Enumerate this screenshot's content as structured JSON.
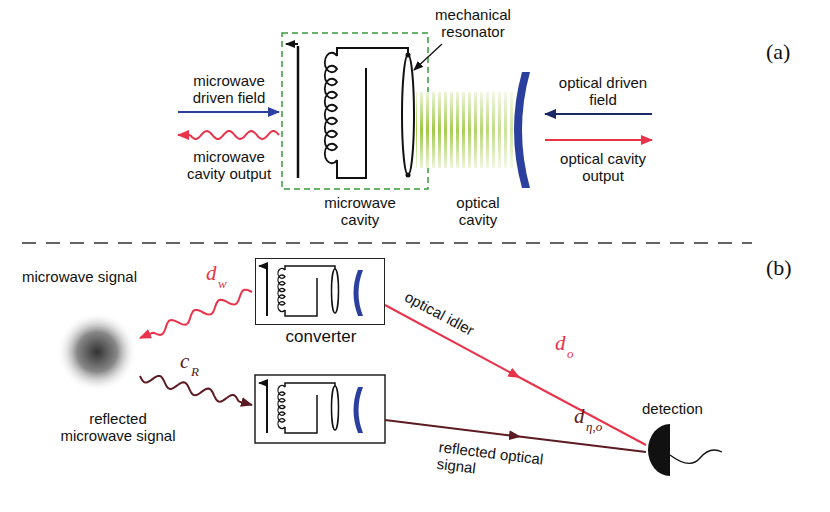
{
  "diagram": {
    "nodes": [
      {
        "text": [
          "converter"
        ]
      }
    ],
    "labels": [
      "(a)",
      "microwave driven field",
      "microwave cavity output",
      "mechanical resonator",
      "optical driven field",
      "optical cavity output",
      "microwave cavity",
      "optical cavity",
      "(b)",
      "microwave signal",
      "d",
      "w",
      "c",
      "R",
      "reflected microwave signal",
      "optical idler",
      "d",
      "o",
      "reflected optical signal",
      "d",
      "η,o",
      "detection"
    ]
  }
}
